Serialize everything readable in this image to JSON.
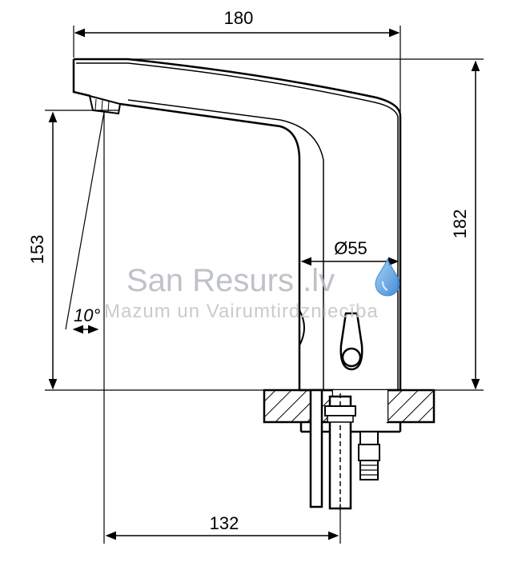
{
  "drawing": {
    "dim_width_top": "180",
    "dim_height_right": "182",
    "dim_height_left": "153",
    "dim_diameter": "Ø55",
    "dim_angle": "10°",
    "dim_bottom": "132"
  },
  "watermark": {
    "brand": "San Resurs .lv",
    "tagline": "Mazum un Vairumtirdzniecība",
    "drop_color": "#3b8fd9"
  }
}
